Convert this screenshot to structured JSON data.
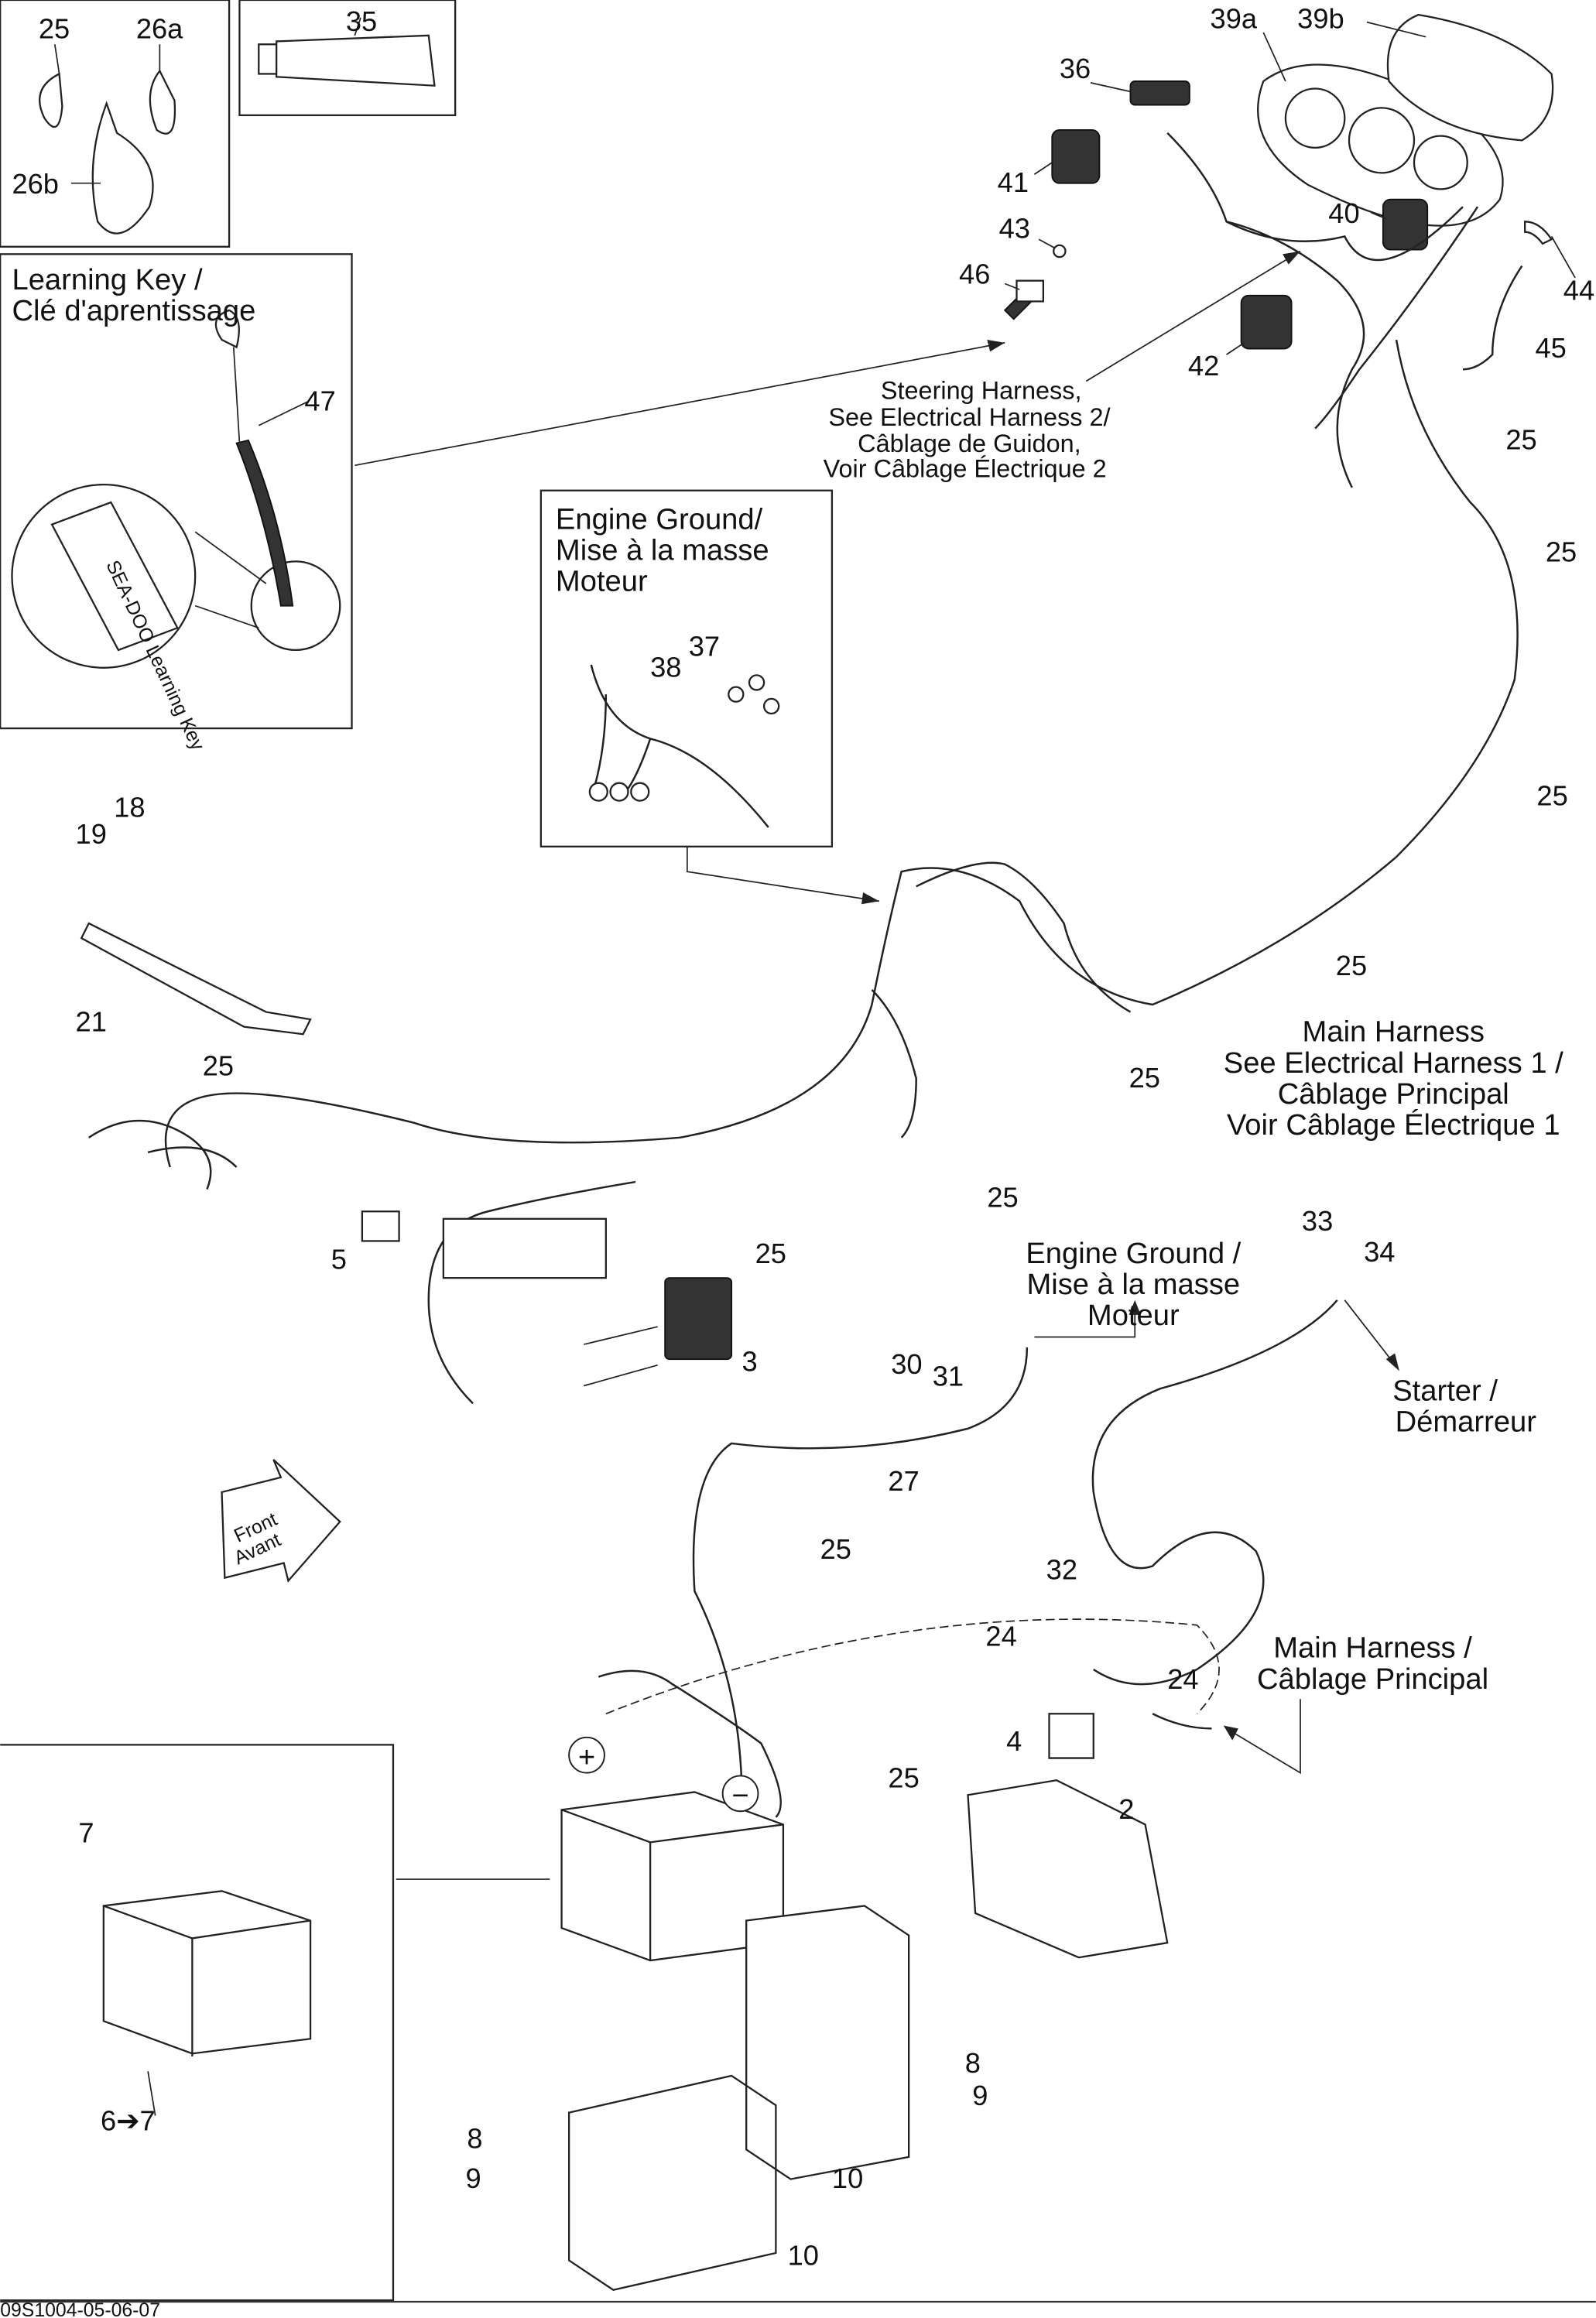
{
  "diagram": {
    "image_code": "09S1004-05-06-07",
    "callouts": [
      "25",
      "26a",
      "26b",
      "35",
      "39a",
      "39b",
      "36",
      "41",
      "40",
      "43",
      "46",
      "44",
      "42",
      "45",
      "25",
      "25",
      "47",
      "38",
      "37",
      "25",
      "18",
      "19",
      "25",
      "21",
      "25",
      "25",
      "25",
      "5",
      "25",
      "3",
      "33",
      "34",
      "30",
      "31",
      "27",
      "25",
      "32",
      "24",
      "24",
      "4",
      "2",
      "25",
      "7",
      "8",
      "9",
      "8",
      "9",
      "10",
      "10",
      "6➔7"
    ],
    "learning_key_box": {
      "line1": "Learning Key /",
      "line2": "Clé d'aprentissage",
      "key_logo_text": "SEA-DOO Learning Key"
    },
    "steering_harness_note": [
      "Steering Harness,",
      "See Electrical Harness 2/",
      "Câblage de Guidon,",
      "Voir Câblage Électrique 2"
    ],
    "engine_ground_box": [
      "Engine Ground/",
      "Mise à la masse",
      "Moteur"
    ],
    "main_harness_note": [
      "Main Harness",
      "See Electrical Harness 1 /",
      "Câblage Principal",
      "Voir Câblage Électrique 1"
    ],
    "engine_ground_note": [
      "Engine Ground /",
      "Mise à la masse",
      "Moteur"
    ],
    "starter_note": [
      "Starter /",
      "Démarreur"
    ],
    "main_harness_note_2": [
      "Main Harness /",
      "Câblage Principal"
    ],
    "front_arrow": [
      "Front",
      "Avant"
    ],
    "battery_terminals": {
      "positive": "+",
      "negative": "−"
    }
  }
}
